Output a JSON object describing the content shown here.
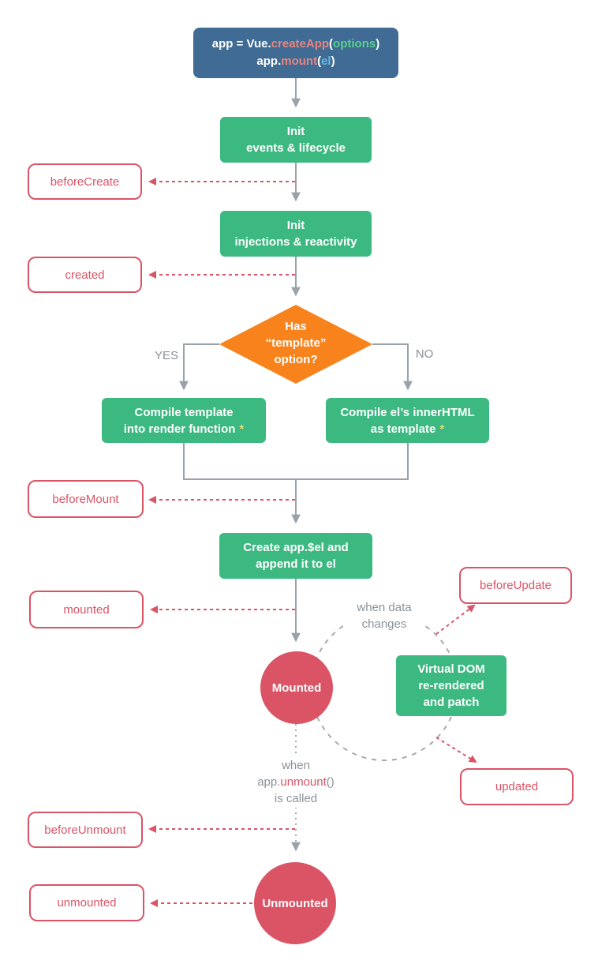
{
  "colors": {
    "code_box_bg": "#3f6b94",
    "green_box_bg": "#3cb881",
    "red_accent": "#da5466",
    "orange_diamond": "#f8831d",
    "yellow_star": "#f5d56b",
    "gray_line": "#9aa1a9",
    "gray_text": "#8b9299",
    "code_keyword": "#ec837b",
    "code_arg_options": "#5ad08d",
    "code_arg_el": "#66b7e5"
  },
  "code_box": {
    "line1": [
      {
        "text": "app = Vue."
      },
      {
        "text": "createApp"
      },
      {
        "text": "("
      },
      {
        "text": "options"
      },
      {
        "text": ")"
      }
    ],
    "line2": [
      {
        "text": "app."
      },
      {
        "text": "mount"
      },
      {
        "text": "("
      },
      {
        "text": "el"
      },
      {
        "text": ")"
      }
    ]
  },
  "boxes": {
    "init_events": {
      "line1": "Init",
      "line2": "events & lifecycle"
    },
    "init_injections": {
      "line1": "Init",
      "line2": "injections & reactivity"
    },
    "compile_template": {
      "line1": "Compile template",
      "line2": "into render function",
      "star": "*"
    },
    "compile_el": {
      "line1": "Compile el’s innerHTML",
      "line2": "as template",
      "star": "*"
    },
    "create_el": {
      "line1": "Create app.$el and",
      "line2": "append it to el"
    },
    "virtual_dom": {
      "line1": "Virtual DOM",
      "line2": "re-rendered",
      "line3": "and patch"
    }
  },
  "decision": {
    "line1": "Has",
    "line2": "“template”",
    "line3": "option?",
    "yes": "YES",
    "no": "NO"
  },
  "hooks": {
    "before_create": "beforeCreate",
    "created": "created",
    "before_mount": "beforeMount",
    "mounted": "mounted",
    "before_update": "beforeUpdate",
    "updated": "updated",
    "before_unmount": "beforeUnmount",
    "unmounted": "unmounted"
  },
  "states": {
    "mounted": "Mounted",
    "unmounted": "Unmounted"
  },
  "notes": {
    "when_data": {
      "line1": "when data",
      "line2": "changes"
    },
    "when_unmount": {
      "line1": "when",
      "part_app": "app.",
      "part_fn": "unmount",
      "part_parens": "()",
      "line3": "is called"
    }
  }
}
